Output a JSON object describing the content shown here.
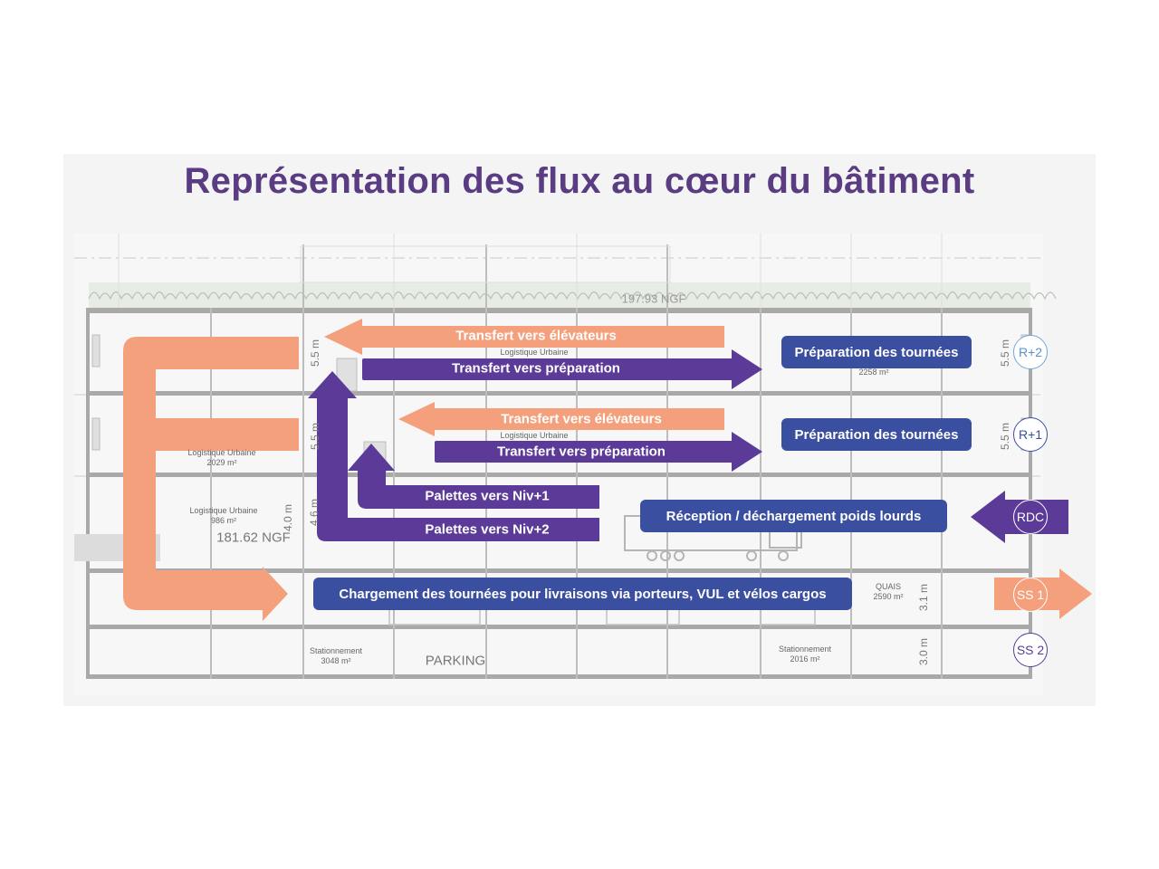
{
  "title": "Représentation des flux au cœur du bâtiment",
  "colors": {
    "orange": "#f4a07c",
    "purple": "#5b3a98",
    "blue": "#3b4fa0",
    "title": "#5a3c82"
  },
  "flows": {
    "transfer_elev_r2": "Transfert vers élévateurs",
    "transfer_prep_r2": "Transfert vers préparation",
    "transfer_elev_r1": "Transfert vers élévateurs",
    "transfer_prep_r1": "Transfert vers préparation",
    "pallets_niv1": "Palettes vers Niv+1",
    "pallets_niv2": "Palettes vers Niv+2"
  },
  "boxes": {
    "prep_r2": "Préparation des tournées",
    "prep_r1": "Préparation des tournées",
    "reception": "Réception / déchargement poids lourds",
    "loading": "Chargement des tournées pour livraisons via porteurs, VUL et vélos cargos"
  },
  "levels": {
    "r2": "R+2",
    "r1": "R+1",
    "rdc": "RDC",
    "ss1": "SS 1",
    "ss2": "SS 2"
  },
  "plan": {
    "ngf_top": "197.93 NGF",
    "ngf_mid": "181.62 NGF",
    "parking": "PARKING",
    "dim_55a": "5.5 m",
    "dim_55b": "5.5 m",
    "dim_55c": "5.5 m",
    "dim_55d": "5.5 m",
    "dim_40": "4.0 m",
    "dim_46": "4.6 m",
    "dim_31": "3.1 m",
    "dim_30": "3.0 m",
    "area_r2": "2258 m²",
    "lu_r2": "Logistique Urbaine",
    "lu_r1": "Logistique Urbaine",
    "lu_r1_left": "Logistique Urbaine",
    "area_r1_left": "2029 m²",
    "lu_rdc": "Logistique Urbaine",
    "area_rdc": "986 m²",
    "quais": "QUAIS",
    "area_quais": "2590 m²",
    "stat_left": "Stationnement",
    "area_stat_left": "3048 m²",
    "stat_right": "Stationnement",
    "area_stat_right": "2016 m²"
  }
}
